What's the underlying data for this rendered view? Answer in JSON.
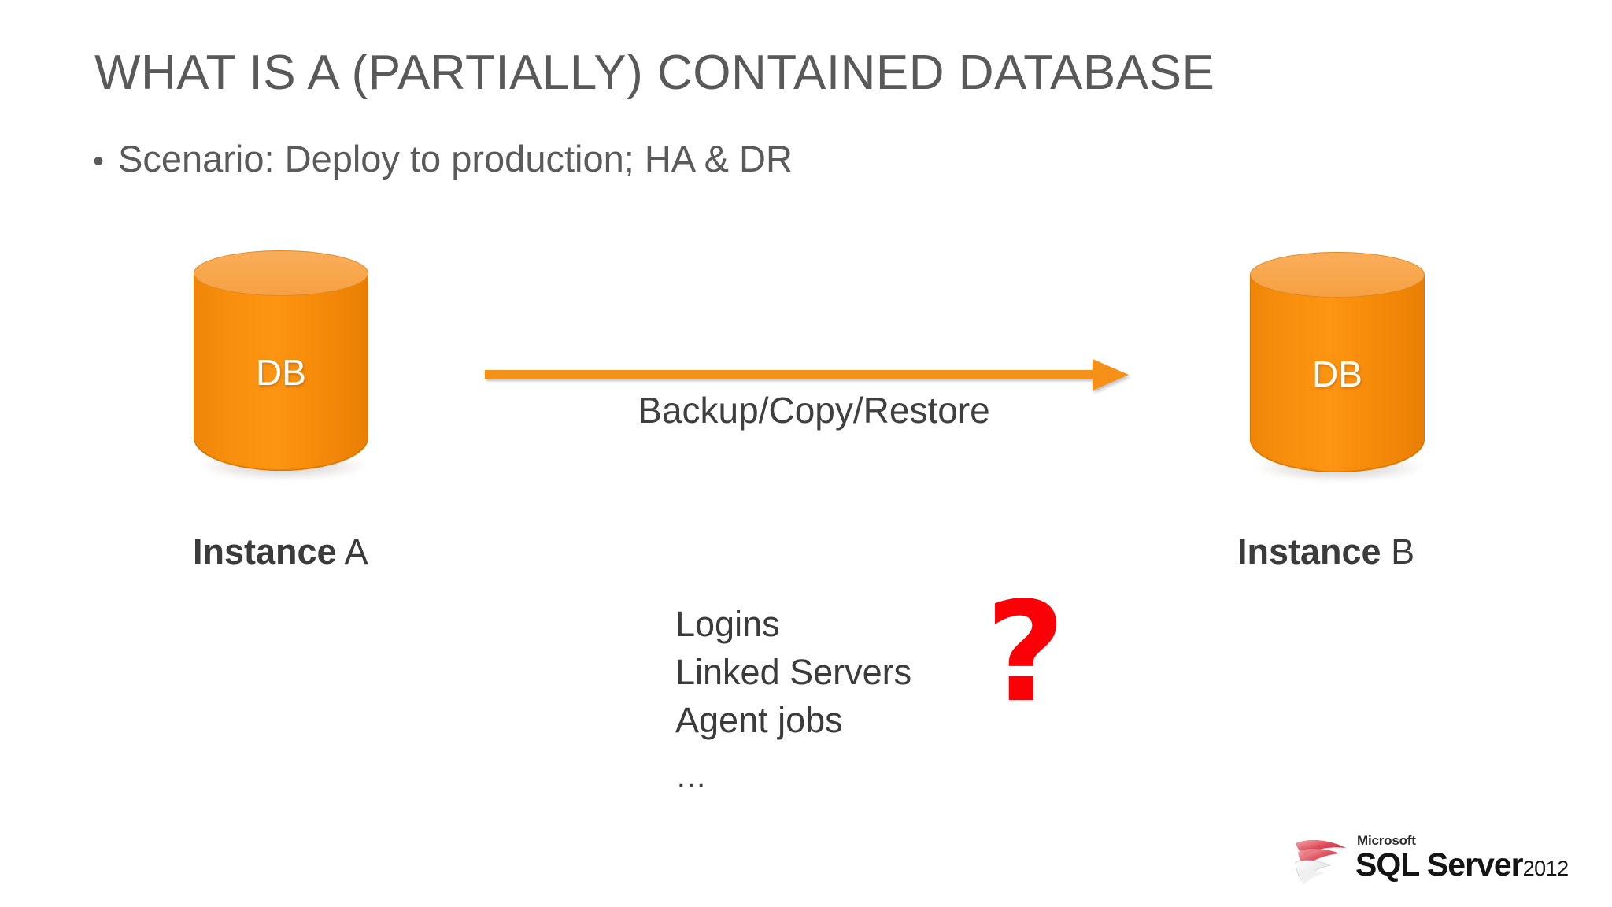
{
  "slide": {
    "title": "WHAT IS A (PARTIALLY) CONTAINED DATABASE",
    "bullet_marker": "•",
    "bullet_text": "Scenario: Deploy to production; HA & DR"
  },
  "diagram": {
    "left_node": {
      "label": "DB",
      "caption_strong": "Instance",
      "caption_light": "A"
    },
    "right_node": {
      "label": "DB",
      "caption_strong": "Instance",
      "caption_light": "B"
    },
    "arrow_label": "Backup/Copy/Restore",
    "arrow_icon": "right-arrow-icon",
    "unsupported_items": [
      "Logins",
      "Linked Servers",
      "Agent jobs"
    ],
    "unsupported_ellipsis": "…",
    "question_mark": "?"
  },
  "branding": {
    "microsoft": "Microsoft",
    "product": "SQL Server",
    "version": "2012",
    "logo_icon": "sql-server-logo-icon"
  },
  "colors": {
    "title_gray": "#595959",
    "body_gray": "#3b3b3b",
    "cylinder_orange": "#f98d0c",
    "cylinder_top_orange": "#f7a54a",
    "arrow_orange": "#f59019",
    "question_red": "#fa0007",
    "background": "#ffffff"
  }
}
